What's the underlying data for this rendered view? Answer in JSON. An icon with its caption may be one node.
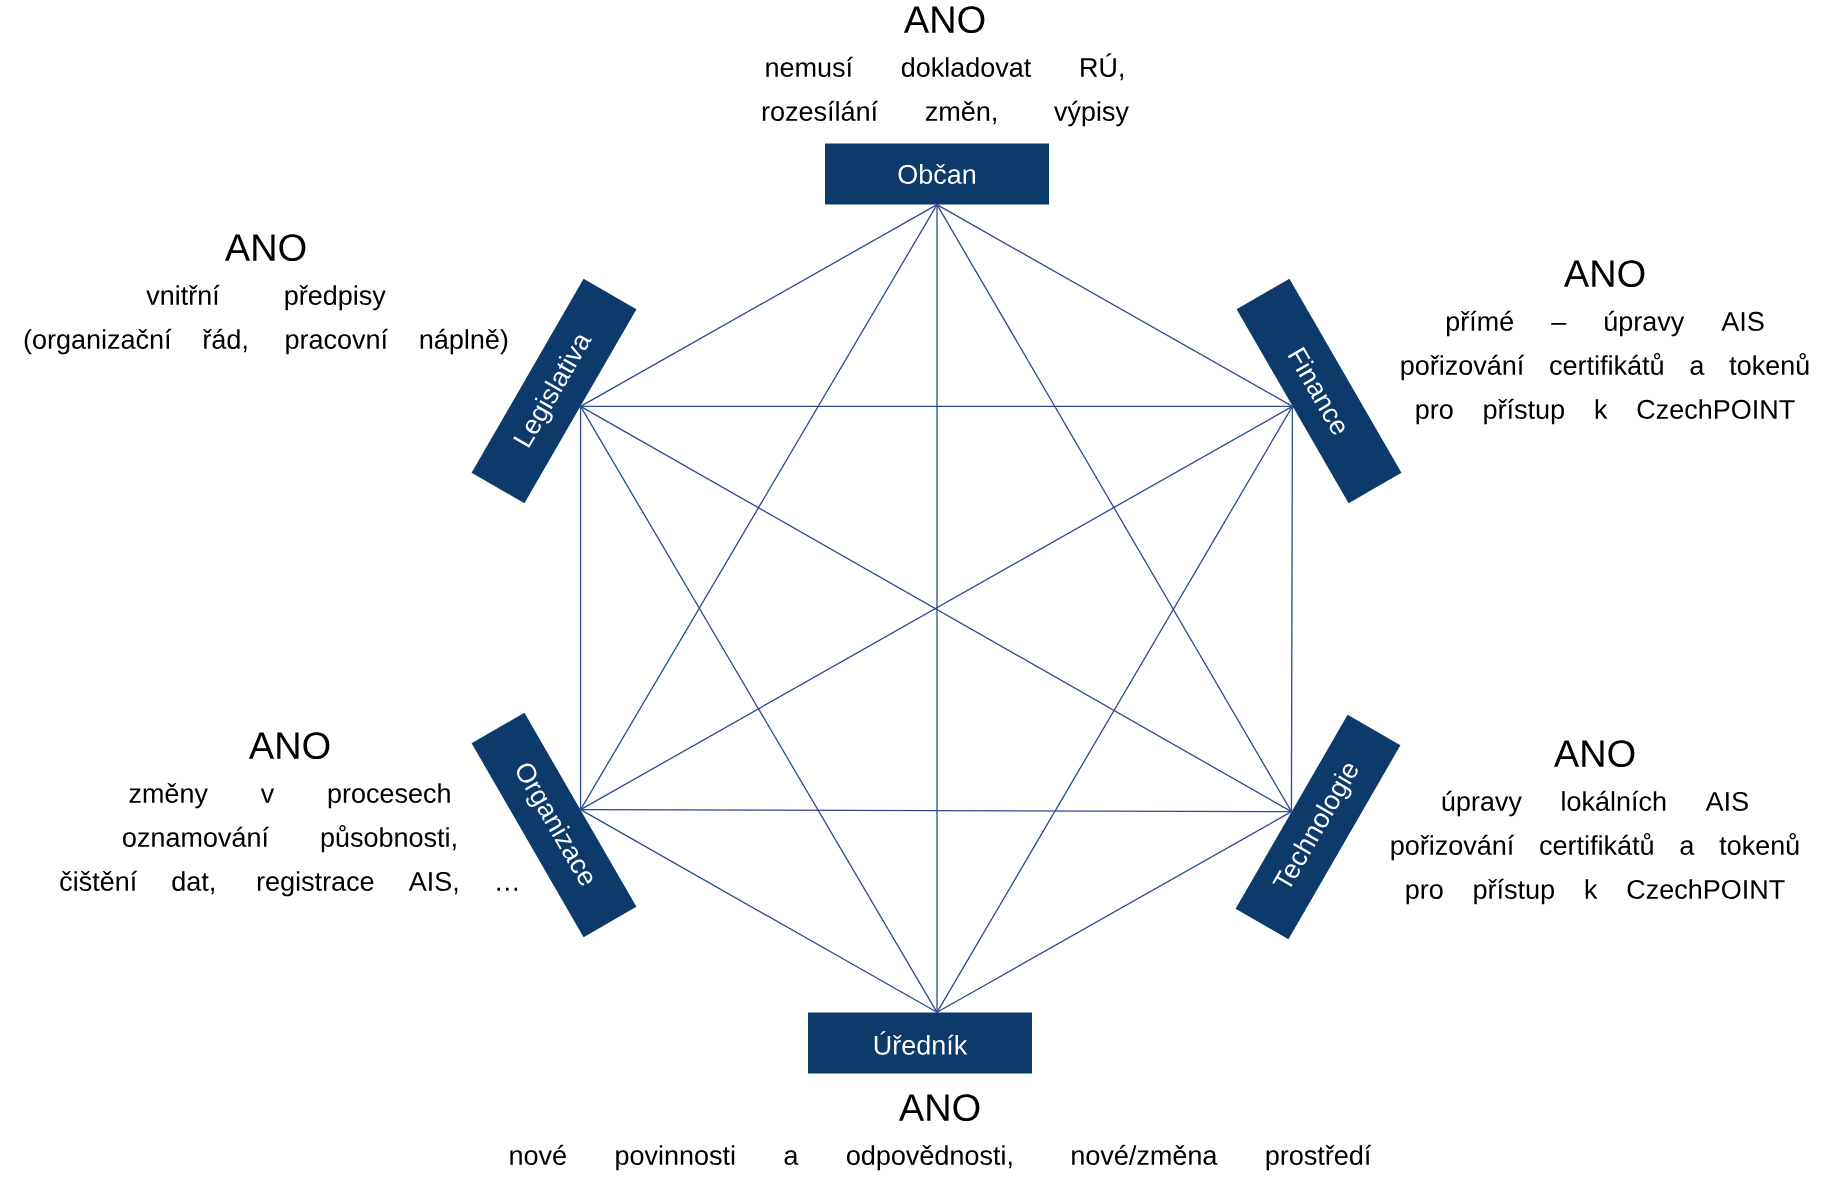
{
  "diagram": {
    "nodes": [
      {
        "text": [
          "Občan"
        ],
        "beside": [
          "ANO",
          "nemusí dokladovat RÚ,",
          "rozesílání změn, výpisy"
        ]
      },
      {
        "text": [
          "Legislativa"
        ],
        "beside": [
          "ANO",
          "vnitřní předpisy",
          "(organizační řád, pracovní náplně)"
        ]
      },
      {
        "text": [
          "Finance"
        ],
        "beside": [
          "ANO",
          "přímé – úpravy AIS",
          "pořizování certifikátů a tokenů pro přístup k CzechPOINT"
        ]
      },
      {
        "text": [
          "Organizace"
        ],
        "beside": [
          "ANO",
          "změny v procesech",
          "oznamování působnosti,",
          "čištění dat, registrace AIS, …"
        ]
      },
      {
        "text": [
          "Technologie"
        ],
        "beside": [
          "ANO",
          "úpravy lokálních AIS",
          "pořizování certifikátů a tokenů pro přístup k CzechPOINT"
        ]
      },
      {
        "text": [
          "Úředník"
        ],
        "beside": [
          "ANO",
          "nové povinnosti a odpovědnosti, nové/změna prostředí"
        ]
      }
    ],
    "edges": [
      {
        "from": 0,
        "to": 1,
        "arrow": "none"
      },
      {
        "from": 0,
        "to": 2,
        "arrow": "none"
      },
      {
        "from": 0,
        "to": 3,
        "arrow": "none"
      },
      {
        "from": 0,
        "to": 4,
        "arrow": "none"
      },
      {
        "from": 0,
        "to": 5,
        "arrow": "none"
      },
      {
        "from": 1,
        "to": 2,
        "arrow": "none"
      },
      {
        "from": 1,
        "to": 3,
        "arrow": "none"
      },
      {
        "from": 1,
        "to": 4,
        "arrow": "none"
      },
      {
        "from": 1,
        "to": 5,
        "arrow": "none"
      },
      {
        "from": 2,
        "to": 3,
        "arrow": "none"
      },
      {
        "from": 2,
        "to": 4,
        "arrow": "none"
      },
      {
        "from": 2,
        "to": 5,
        "arrow": "none"
      },
      {
        "from": 3,
        "to": 4,
        "arrow": "none"
      },
      {
        "from": 3,
        "to": 5,
        "arrow": "none"
      },
      {
        "from": 4,
        "to": 5,
        "arrow": "none"
      }
    ]
  }
}
